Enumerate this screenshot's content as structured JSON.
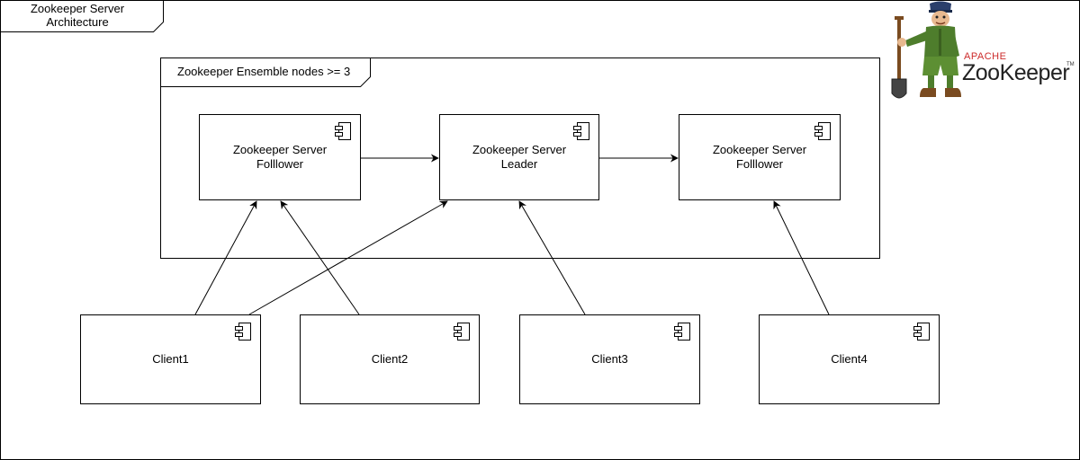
{
  "frame": {
    "title": "Zookeeper Server\nArchitecture"
  },
  "ensemble": {
    "title": "Zookeeper Ensemble nodes >= 3"
  },
  "servers": [
    {
      "label": "Zookeeper Server\nFolllower"
    },
    {
      "label": "Zookeeper Server\nLeader"
    },
    {
      "label": "Zookeeper Server\nFolllower"
    }
  ],
  "clients": [
    {
      "label": "Client1"
    },
    {
      "label": "Client2"
    },
    {
      "label": "Client3"
    },
    {
      "label": "Client4"
    }
  ],
  "edges": [
    {
      "from": "server-follower-1",
      "to": "server-leader"
    },
    {
      "from": "server-leader",
      "to": "server-follower-2"
    },
    {
      "from": "client1",
      "to": "server-follower-1"
    },
    {
      "from": "client1",
      "to": "server-leader"
    },
    {
      "from": "client2",
      "to": "server-follower-1"
    },
    {
      "from": "client3",
      "to": "server-leader"
    },
    {
      "from": "client4",
      "to": "server-follower-2"
    }
  ],
  "logo": {
    "apache_text": "APACHE",
    "name_text": "ZooKeeper",
    "tm_text": "TM"
  },
  "colors": {
    "stroke": "#000000",
    "background": "#ffffff",
    "logo_green": "#4e7d2c",
    "logo_red": "#cc2a2a"
  }
}
